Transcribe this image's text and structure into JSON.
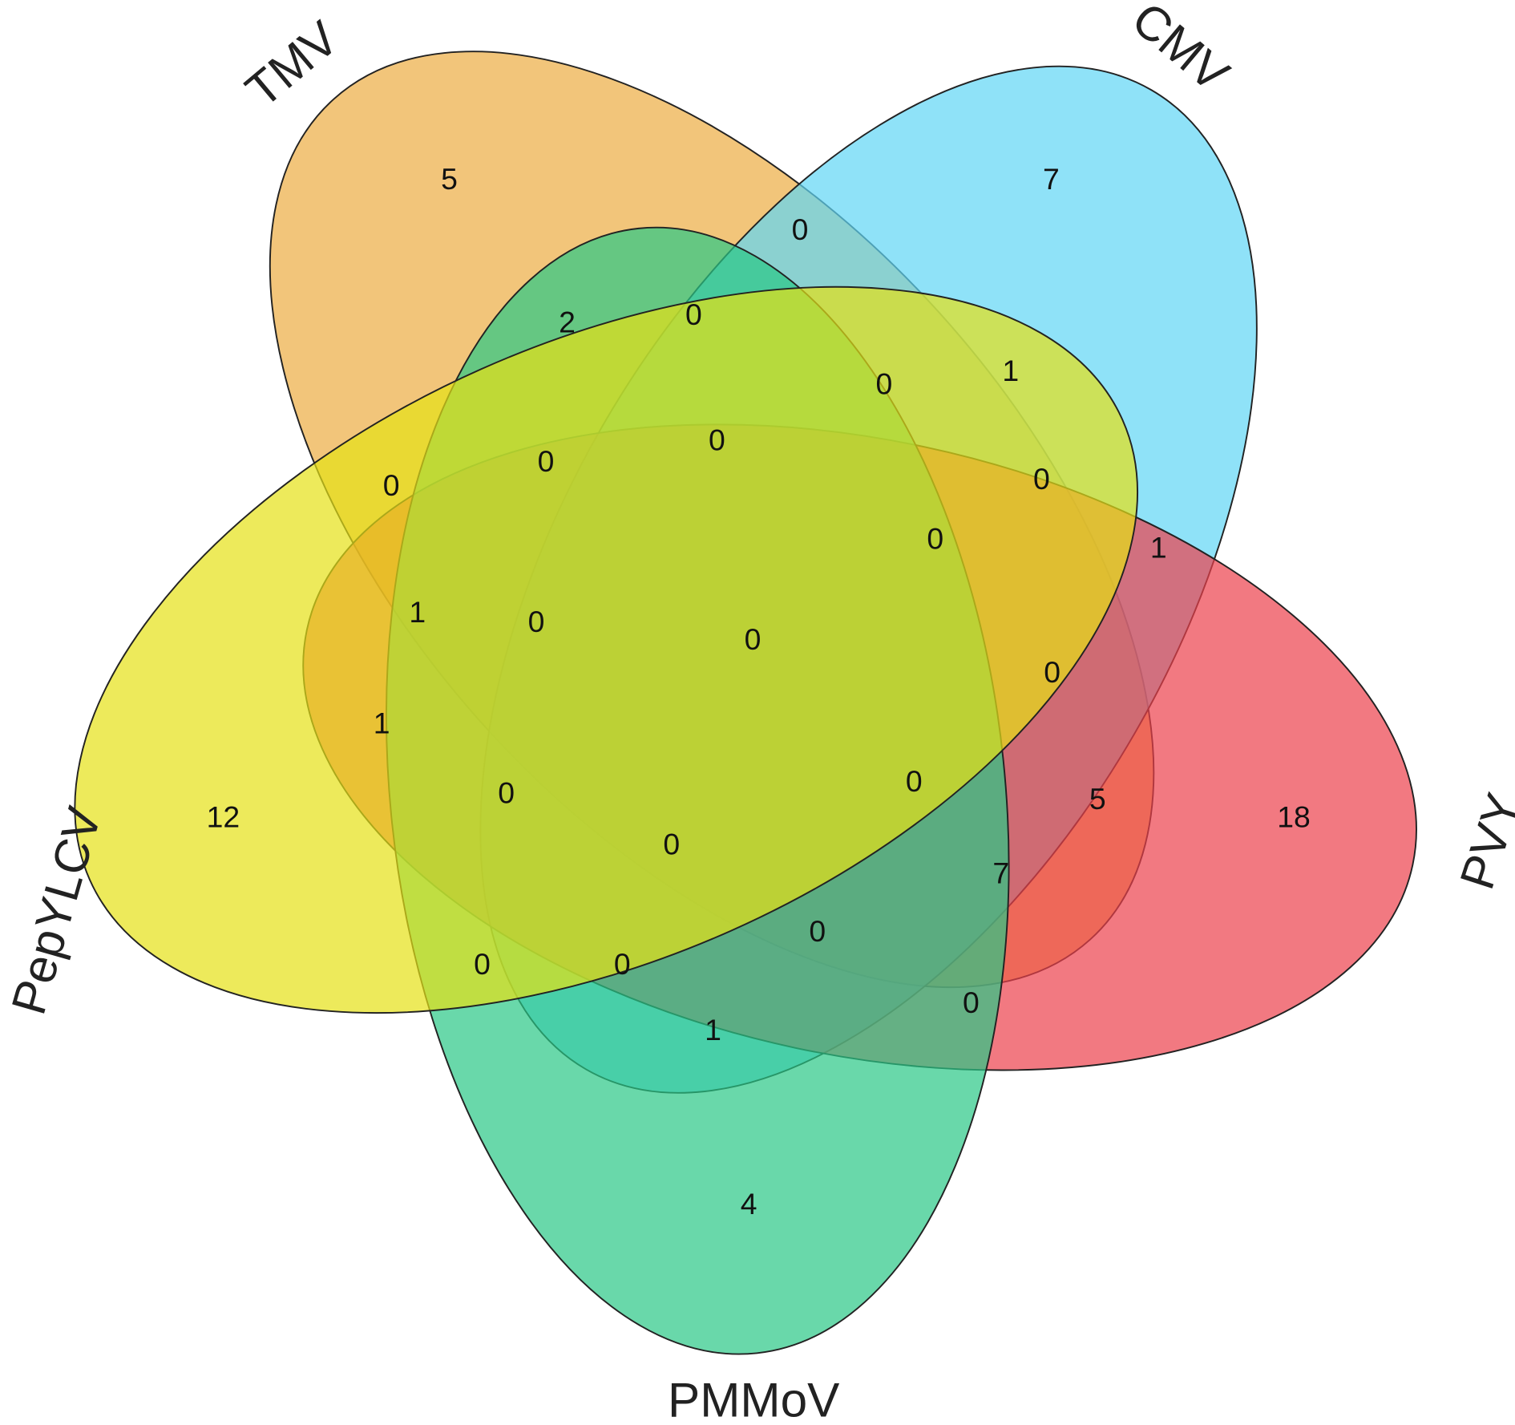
{
  "diagram": {
    "type": "venn-5-set",
    "sets": [
      {
        "name": "TMV",
        "color": "#ECAD42"
      },
      {
        "name": "CMV",
        "color": "#60D6F5"
      },
      {
        "name": "PVY",
        "color": "#EC404B"
      },
      {
        "name": "PMMoV",
        "color": "#29C786"
      },
      {
        "name": "PepYLCV",
        "color": "#E5E116"
      }
    ],
    "regions": [
      {
        "sets": [
          "TMV"
        ],
        "count": "5"
      },
      {
        "sets": [
          "CMV"
        ],
        "count": "7"
      },
      {
        "sets": [
          "TMV",
          "CMV"
        ],
        "count": "0"
      },
      {
        "sets": [
          "TMV",
          "PMMoV"
        ],
        "count": "2"
      },
      {
        "sets": [
          "TMV",
          "CMV",
          "PMMoV"
        ],
        "count": "0"
      },
      {
        "sets": [
          "CMV",
          "PepYLCV"
        ],
        "count": "1"
      },
      {
        "sets": [
          "TMV",
          "CMV",
          "PepYLCV"
        ],
        "count": "0"
      },
      {
        "sets": [
          "TMV",
          "CMV",
          "PMMoV",
          "PepYLCV"
        ],
        "count": "0"
      },
      {
        "sets": [
          "TMV",
          "PMMoV",
          "PepYLCV"
        ],
        "count": "0"
      },
      {
        "sets": [
          "TMV",
          "PepYLCV"
        ],
        "count": "0"
      },
      {
        "sets": [
          "CMV",
          "PepYLCV",
          "PVY"
        ],
        "count": "0"
      },
      {
        "sets": [
          "CMV",
          "PVY"
        ],
        "count": "1"
      },
      {
        "sets": [
          "TMV",
          "CMV",
          "PepYLCV",
          "PVY"
        ],
        "count": "0"
      },
      {
        "sets": [
          "TMV",
          "PepYLCV",
          "PVY"
        ],
        "count": "1"
      },
      {
        "sets": [
          "TMV",
          "PMMoV",
          "PepYLCV",
          "PVY"
        ],
        "count": "0"
      },
      {
        "sets": [
          "TMV",
          "CMV",
          "PVY",
          "PMMoV",
          "PepYLCV"
        ],
        "count": "0"
      },
      {
        "sets": [
          "TMV",
          "CMV",
          "PVY"
        ],
        "count": "0"
      },
      {
        "sets": [
          "PepYLCV",
          "PVY"
        ],
        "count": "1"
      },
      {
        "sets": [
          "PepYLCV"
        ],
        "count": "12"
      },
      {
        "sets": [
          "PMMoV",
          "PepYLCV",
          "PVY"
        ],
        "count": "0"
      },
      {
        "sets": [
          "TMV",
          "CMV",
          "PMMoV",
          "PVY"
        ],
        "count": "0"
      },
      {
        "sets": [
          "TMV",
          "PVY"
        ],
        "count": "5"
      },
      {
        "sets": [
          "PVY"
        ],
        "count": "18"
      },
      {
        "sets": [
          "CMV",
          "PMMoV",
          "PepYLCV",
          "PVY"
        ],
        "count": "0"
      },
      {
        "sets": [
          "TMV",
          "PMMoV",
          "PVY"
        ],
        "count": "7"
      },
      {
        "sets": [
          "CMV",
          "PMMoV",
          "PVY"
        ],
        "count": "0"
      },
      {
        "sets": [
          "PMMoV",
          "PepYLCV"
        ],
        "count": "0"
      },
      {
        "sets": [
          "CMV",
          "PMMoV",
          "PepYLCV"
        ],
        "count": "0"
      },
      {
        "sets": [
          "PMMoV",
          "PVY"
        ],
        "count": "0"
      },
      {
        "sets": [
          "CMV",
          "PMMoV"
        ],
        "count": "1"
      },
      {
        "sets": [
          "PMMoV"
        ],
        "count": "4"
      }
    ]
  }
}
